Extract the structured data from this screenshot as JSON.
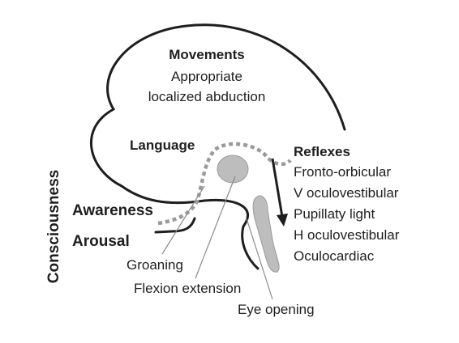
{
  "diagram": {
    "axis_label": "Consciousness",
    "awareness_label": "Awareness",
    "arousal_label": "Arousal",
    "movements": {
      "heading": "Movements",
      "lines": [
        "Appropriate",
        "localized abduction"
      ]
    },
    "language_label": "Language",
    "reflexes": {
      "heading": "Reflexes",
      "items": [
        "Fronto-orbicular",
        "V oculovestibular",
        "Pupillaty light",
        "H oculovestibular",
        "Oculocardiac"
      ]
    },
    "responses": {
      "groaning": "Groaning",
      "flexion_extension": "Flexion extension",
      "eye_opening": "Eye opening"
    },
    "colors": {
      "outline": "#1e1e1e",
      "dotted_boundary": "#9a9a9a",
      "structure_fill": "#bdbdbd",
      "leader_line": "#8a8a8a"
    }
  }
}
